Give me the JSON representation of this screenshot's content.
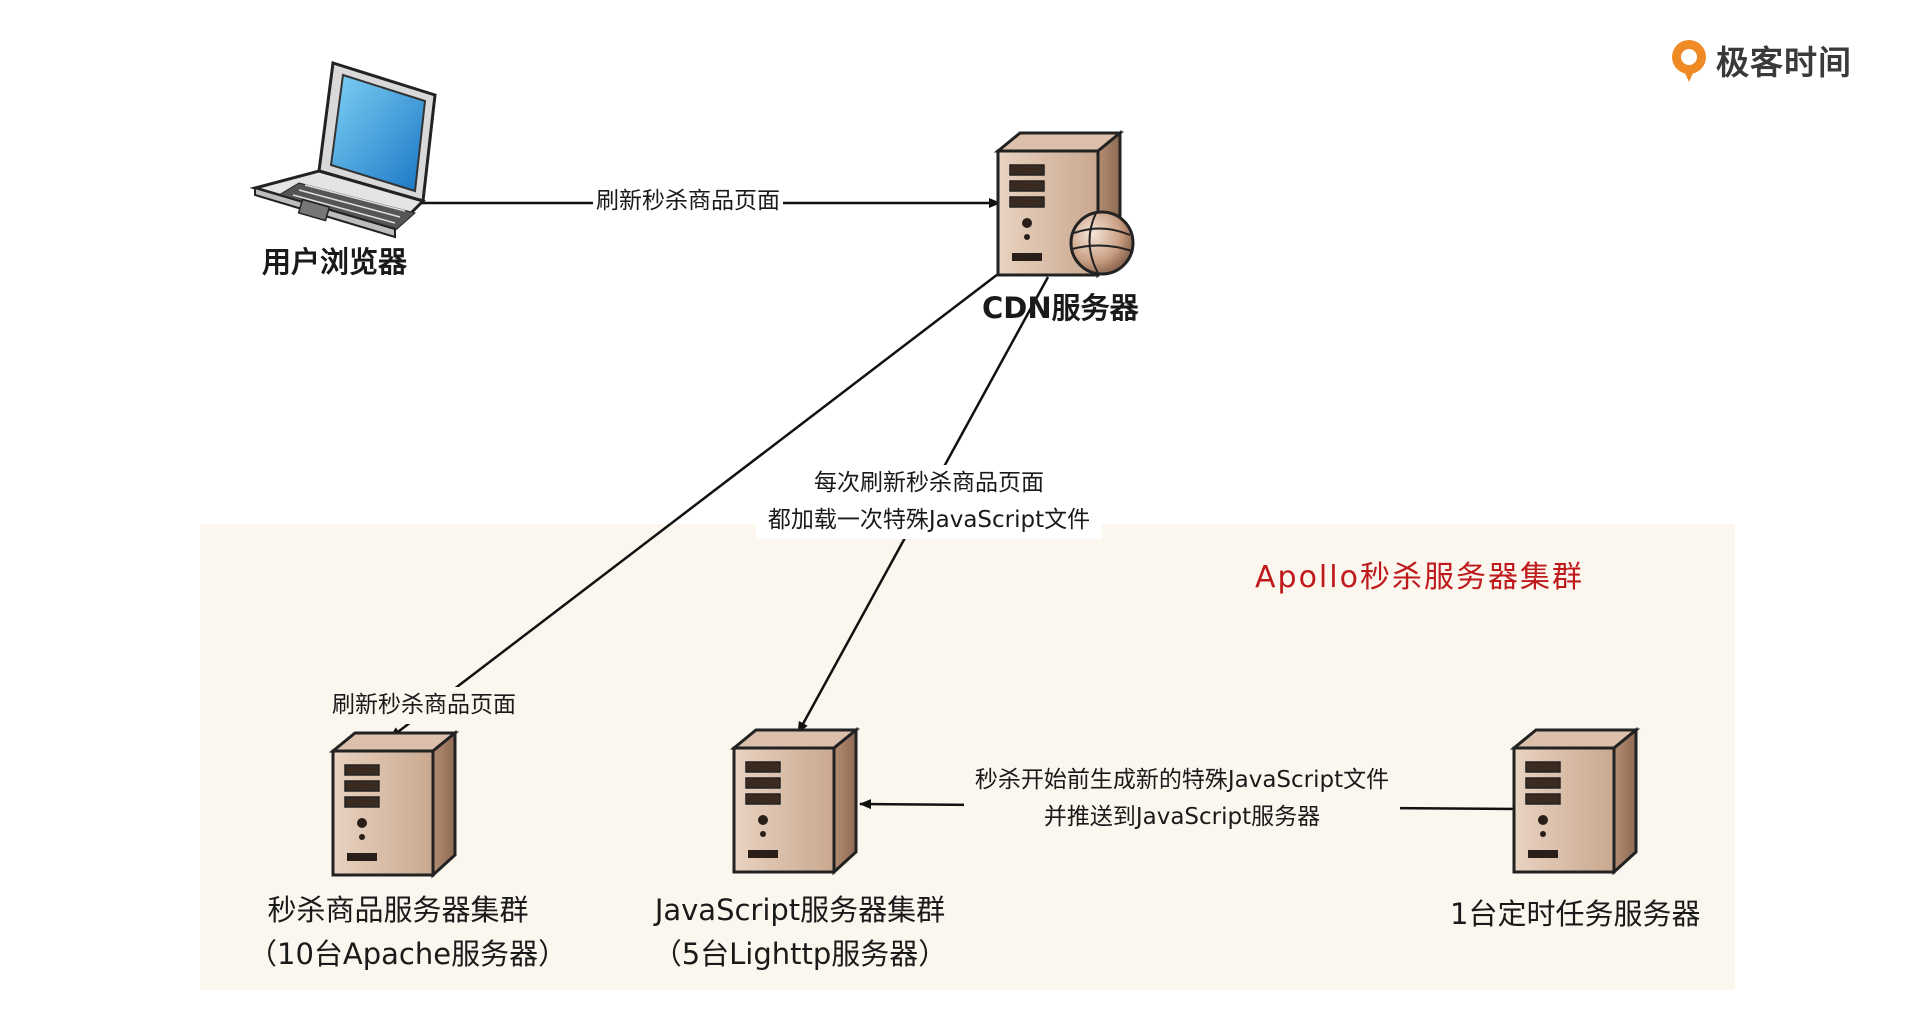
{
  "brand": {
    "name": "极客时间",
    "accent": "#f08a24"
  },
  "cluster": {
    "title": "Apollo秒杀服务器集群",
    "title_color": "#c0191c",
    "fill": "#fbf7ee"
  },
  "nodes": {
    "browser": {
      "label": "用户浏览器",
      "icon": "laptop-icon"
    },
    "cdn": {
      "label": "CDN服务器",
      "icon": "web-server-icon"
    },
    "goods": {
      "line1": "秒杀商品服务器集群",
      "line2": "（10台Apache服务器）",
      "icon": "server-icon"
    },
    "js": {
      "line1": "JavaScript服务器集群",
      "line2": "（5台Lighttp服务器）",
      "icon": "server-icon"
    },
    "timer": {
      "label": "1台定时任务服务器",
      "icon": "server-icon"
    }
  },
  "edges": {
    "browser_to_cdn": {
      "label": "刷新秒杀商品页面"
    },
    "cdn_to_goods": {
      "label": "刷新秒杀商品页面"
    },
    "cdn_to_js": {
      "line1": "每次刷新秒杀商品页面",
      "line2": "都加载一次特殊JavaScript文件"
    },
    "timer_to_js": {
      "line1": "秒杀开始前生成新的特殊JavaScript文件",
      "line2": "并推送到JavaScript服务器"
    }
  }
}
